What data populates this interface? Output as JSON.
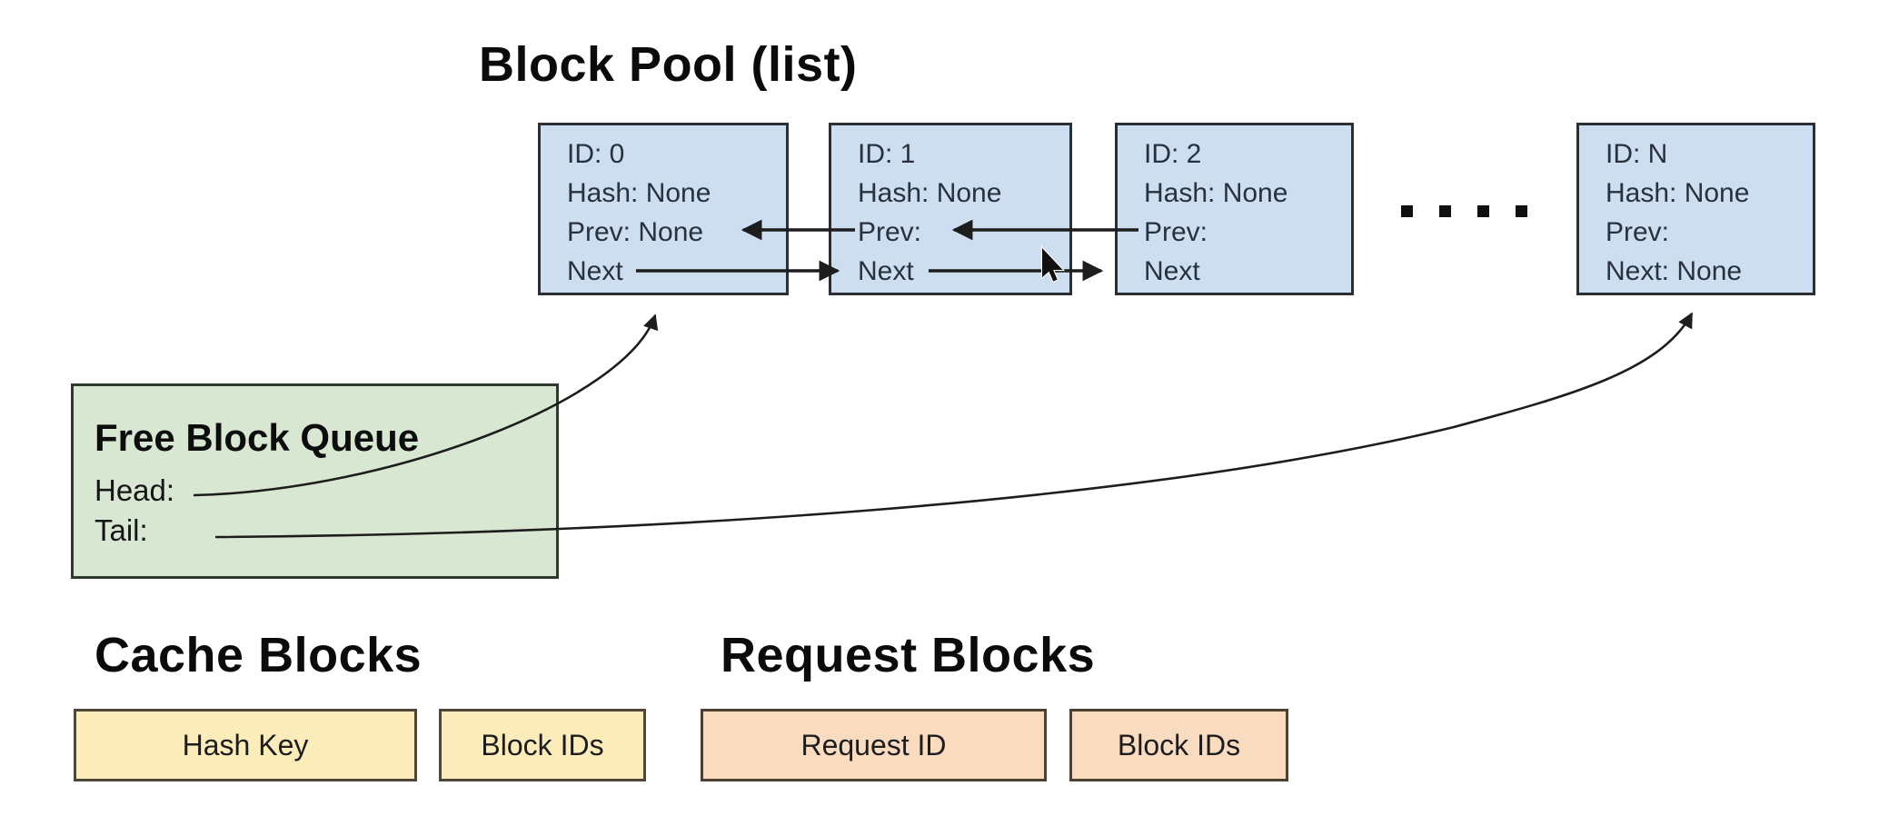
{
  "diagram": {
    "title": "Block Pool (list)",
    "nodes": [
      {
        "lines": [
          "ID: 0",
          "Hash: None",
          "Prev: None",
          "Next"
        ]
      },
      {
        "lines": [
          "ID: 1",
          "Hash: None",
          "Prev:",
          "Next"
        ]
      },
      {
        "lines": [
          "ID: 2",
          "Hash: None",
          "Prev:",
          "Next"
        ]
      },
      {
        "lines": [
          "ID: N",
          "Hash: None",
          "Prev:",
          "Next: None"
        ]
      }
    ],
    "ellipsis_dot_count": 4,
    "free_block_queue": {
      "title": "Free Block Queue",
      "head_label": "Head:",
      "tail_label": "Tail:"
    },
    "cache_blocks": {
      "title": "Cache Blocks",
      "fields": [
        "Hash Key",
        "Block IDs"
      ]
    },
    "request_blocks": {
      "title": "Request Blocks",
      "fields": [
        "Request ID",
        "Block IDs"
      ]
    },
    "colors": {
      "node_fill": "#cedef1",
      "node_border": "#2b2f33",
      "queue_fill": "#d8e7d2",
      "queue_border": "#2e3a2d",
      "cache_fill": "#fbecba",
      "request_fill": "#f9dcc0",
      "connector": "#1d1d1d",
      "background": "#ffffff"
    }
  }
}
